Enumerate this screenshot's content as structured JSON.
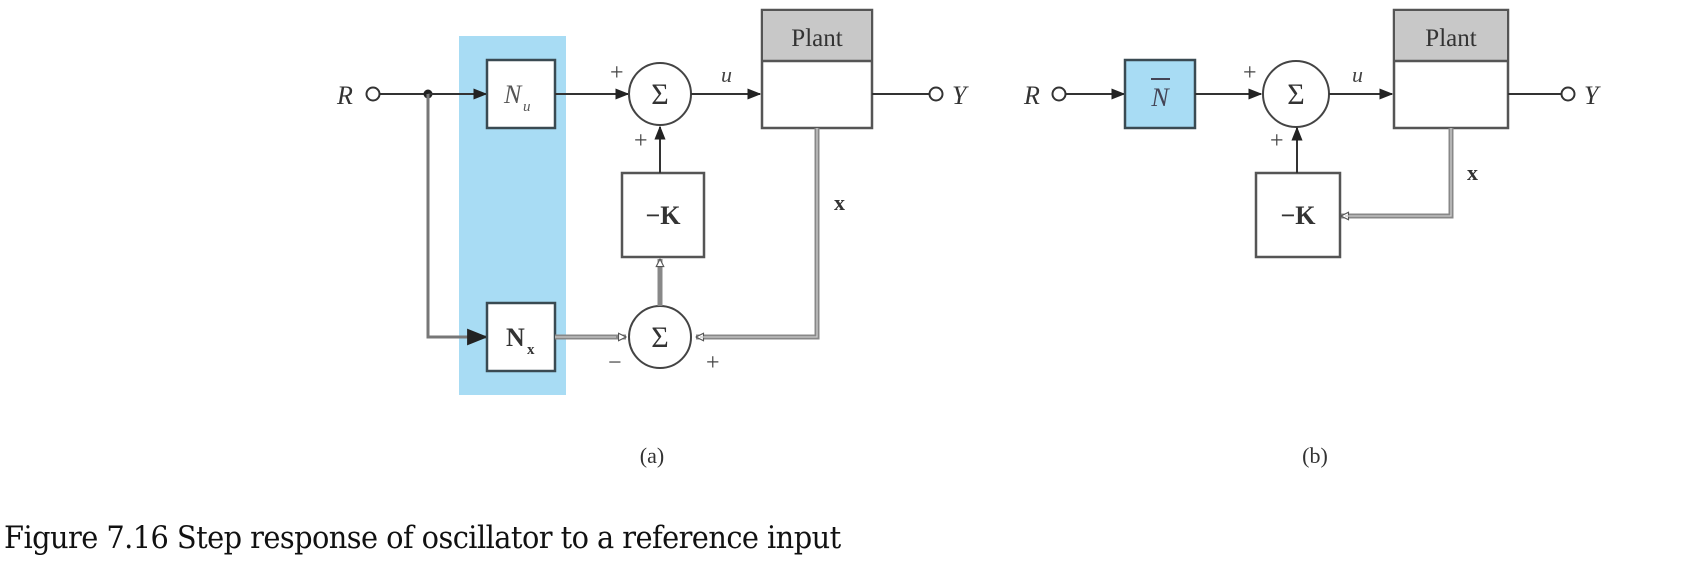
{
  "figure": {
    "caption": "Figure 7.16 Step response of oscillator to a reference input",
    "colors": {
      "highlight": "#a8dcf4",
      "plant_header": "#c8c8c8",
      "line": "#333333",
      "vector_line": "#888888",
      "background": "#ffffff"
    }
  },
  "panel_a": {
    "label": "(a)",
    "input": "R",
    "output": "Y",
    "blocks": {
      "nu": {
        "main": "N",
        "sub": "u"
      },
      "nx": {
        "main": "N",
        "sub": "x"
      },
      "gain": "−K",
      "plant": "Plant"
    },
    "signals": {
      "control": "u",
      "state": "x"
    },
    "signs": {
      "sum1_top": "+",
      "sum1_bottom": "+",
      "sum2_left": "−",
      "sum2_right": "+"
    },
    "sum_symbol": "Σ"
  },
  "panel_b": {
    "label": "(b)",
    "input": "R",
    "output": "Y",
    "blocks": {
      "nbar": "N",
      "gain": "−K",
      "plant": "Plant"
    },
    "signals": {
      "control": "u",
      "state": "x"
    },
    "signs": {
      "sum_top": "+",
      "sum_bottom": "+"
    },
    "sum_symbol": "Σ"
  }
}
